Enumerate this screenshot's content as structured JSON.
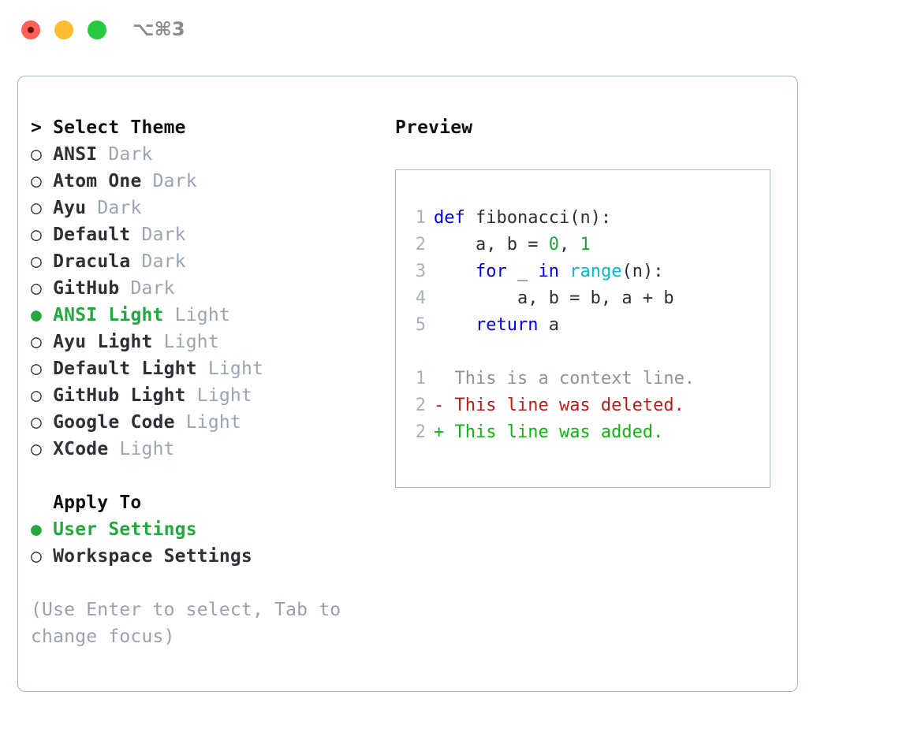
{
  "titlebar": {
    "shortcut": "⌥⌘3",
    "lights": [
      {
        "name": "close",
        "color": "#ff5f57"
      },
      {
        "name": "minimize",
        "color": "#febc2e"
      },
      {
        "name": "maximize",
        "color": "#28c840"
      }
    ]
  },
  "theme_list": {
    "header": "> Select Theme",
    "selected_bullet": "●",
    "unselected_bullet": "○",
    "items": [
      {
        "bullet": "○",
        "name": "ANSI",
        "category": "Dark",
        "selected": false
      },
      {
        "bullet": "○",
        "name": "Atom One",
        "category": "Dark",
        "selected": false
      },
      {
        "bullet": "○",
        "name": "Ayu",
        "category": "Dark",
        "selected": false
      },
      {
        "bullet": "○",
        "name": "Default",
        "category": "Dark",
        "selected": false
      },
      {
        "bullet": "○",
        "name": "Dracula",
        "category": "Dark",
        "selected": false
      },
      {
        "bullet": "○",
        "name": "GitHub",
        "category": "Dark",
        "selected": false
      },
      {
        "bullet": "●",
        "name": "ANSI Light",
        "category": "Light",
        "selected": true
      },
      {
        "bullet": "○",
        "name": "Ayu Light",
        "category": "Light",
        "selected": false
      },
      {
        "bullet": "○",
        "name": "Default Light",
        "category": "Light",
        "selected": false
      },
      {
        "bullet": "○",
        "name": "GitHub Light",
        "category": "Light",
        "selected": false
      },
      {
        "bullet": "○",
        "name": "Google Code",
        "category": "Light",
        "selected": false
      },
      {
        "bullet": "○",
        "name": "XCode",
        "category": "Light",
        "selected": false
      }
    ]
  },
  "apply_to": {
    "title": "  Apply To",
    "items": [
      {
        "bullet": "●",
        "name": "User Settings",
        "selected": true
      },
      {
        "bullet": "○",
        "name": "Workspace Settings",
        "selected": false
      }
    ]
  },
  "hint": "(Use Enter to select, Tab to change focus)",
  "preview": {
    "title": "Preview",
    "code_lines": [
      {
        "num": "1",
        "tokens": [
          {
            "t": "def",
            "c": "kw"
          },
          {
            "t": " fibonacci(n):",
            "c": "id"
          }
        ]
      },
      {
        "num": "2",
        "tokens": [
          {
            "t": "    a, b = ",
            "c": "id"
          },
          {
            "t": "0",
            "c": "num"
          },
          {
            "t": ", ",
            "c": "id"
          },
          {
            "t": "1",
            "c": "num"
          }
        ]
      },
      {
        "num": "3",
        "tokens": [
          {
            "t": "    ",
            "c": "id"
          },
          {
            "t": "for",
            "c": "kw"
          },
          {
            "t": " _ ",
            "c": "id"
          },
          {
            "t": "in",
            "c": "kw"
          },
          {
            "t": " ",
            "c": "id"
          },
          {
            "t": "range",
            "c": "fn"
          },
          {
            "t": "(n):",
            "c": "id"
          }
        ]
      },
      {
        "num": "4",
        "tokens": [
          {
            "t": "        a, b = b, a + b",
            "c": "id"
          }
        ]
      },
      {
        "num": "5",
        "tokens": [
          {
            "t": "    ",
            "c": "id"
          },
          {
            "t": "return",
            "c": "kw"
          },
          {
            "t": " a",
            "c": "id"
          }
        ]
      }
    ],
    "diff_lines": [
      {
        "num": "1",
        "marker": " ",
        "text": " This is a context line.",
        "kind": "d-ctx"
      },
      {
        "num": "2",
        "marker": "-",
        "text": " This line was deleted.",
        "kind": "d-del"
      },
      {
        "num": "2",
        "marker": "+",
        "text": " This line was added.",
        "kind": "d-add"
      }
    ]
  },
  "colors": {
    "accent_green": "#22a83f",
    "border": "#aab4c4",
    "muted": "#9aa4b2",
    "keyword": "#0000ee",
    "function": "#00bcd4",
    "number": "#1aaa2e",
    "diff_add": "#12b312",
    "diff_del": "#c11b17"
  }
}
